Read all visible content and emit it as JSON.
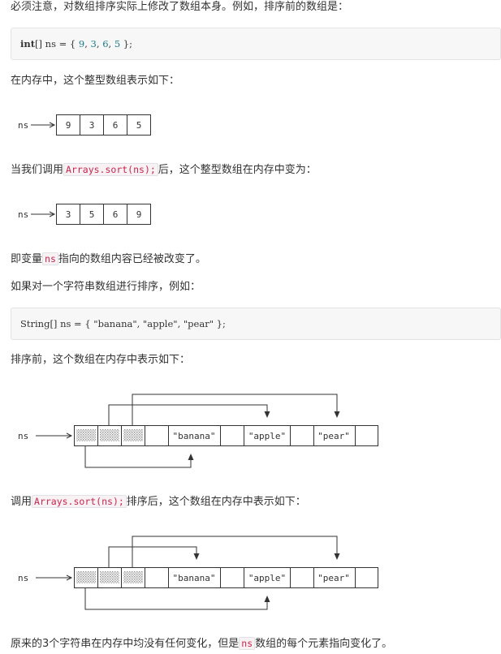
{
  "paragraphs": {
    "p1": "必须注意，对数组排序实际上修改了数组本身。例如，排序前的数组是：",
    "p2": "在内存中，这个整型数组表示如下：",
    "p3_before": "当我们调用",
    "p3_code": "Arrays.sort(ns);",
    "p3_after": "后，这个整型数组在内存中变为：",
    "p4_before": "即变量",
    "p4_code": "ns",
    "p4_after": "指向的数组内容已经被改变了。",
    "p5": "如果对一个字符串数组进行排序，例如：",
    "p6": "排序前，这个数组在内存中表示如下：",
    "p7_before": "调用",
    "p7_code": "Arrays.sort(ns);",
    "p7_after": "排序后，这个数组在内存中表示如下：",
    "p8_before": "原来的3个字符串在内存中均没有任何变化，但是",
    "p8_code": "ns",
    "p8_after": "数组的每个元素指向变化了。"
  },
  "code1": {
    "keyword": "int",
    "prefix": "[] ns = { ",
    "values": [
      "9",
      "3",
      "6",
      "5"
    ],
    "suffix": " };"
  },
  "code2": {
    "text": "String[] ns = { \"banana\", \"apple\", \"pear\" };"
  },
  "diagram_int_before": {
    "label": "ns",
    "cells": [
      "9",
      "3",
      "6",
      "5"
    ]
  },
  "diagram_int_after": {
    "label": "ns",
    "cells": [
      "3",
      "5",
      "6",
      "9"
    ]
  },
  "diagram_str_before": {
    "label": "ns",
    "strings": [
      "\"banana\"",
      "\"apple\"",
      "\"pear\""
    ]
  },
  "diagram_str_after": {
    "label": "ns",
    "strings": [
      "\"banana\"",
      "\"apple\"",
      "\"pear\""
    ]
  },
  "colors": {
    "inline_code_text": "#c7254e",
    "inline_code_bg": "#f9f2f4",
    "number": "#1c7c8c",
    "codeblock_bg": "#f7f7f7"
  }
}
